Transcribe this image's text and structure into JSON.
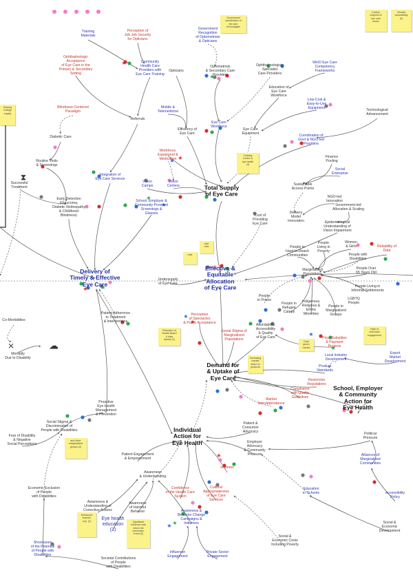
{
  "colors": {
    "link": "#555555",
    "red_marker": "#d3302a",
    "green_marker": "#2fa84f",
    "blue_marker": "#2f6fd0",
    "grey_marker": "#777777",
    "pink_marker": "#f27ec3",
    "sticky": "#fbf28a"
  },
  "nodes": {
    "training_materials": "Training\nMaterials",
    "perception_job_security": "Perception of\nJob Job Security\nfor Opticians",
    "gov_recognition": "Government\nRecognition\nof Optometrists\n& Opticians",
    "ophthalmologic_acceptance": "Ophthalmologic\nAcceptance\nof Eye Care in the\nPrimary & Secondary\nSetting",
    "community_health": "Community\nHealth Care\nProviders with\nEye Care Training",
    "opticians": "Opticians",
    "optometrists": "Optometrists\n& Secondary Care\nProviders",
    "ophthalmologists": "Ophthalmologists\nSpecialist\nCare Providers",
    "who_competency": "WHO Eye Care\nCompetency\nFrameworks",
    "education_workforce": "Education of\nEye Care\nWorkforce",
    "low_cost_equipment": "Low-Cost &\nEasy-to-Use\nEquipment",
    "technological_advancement": "Technological\nAdvancement",
    "blindness_paradigm": "Blindness-Centered\nParadigm",
    "referrals": "Referrals",
    "mobile_telemedicine": "Mobile &\nTelemedicine",
    "eye_care_workforce": "Eye Care\nWorkforce",
    "efficiency_eye_care": "Efficiency of\nEye Care",
    "eye_care_equipment": "Eye Care\nEquipment",
    "coordination_gov": "Coordination of\nGovt & NGO-led\nProviders",
    "diabetic_care": "Diabetic Care",
    "routine_visits": "Routine Visits\n& Screenings",
    "integration_eye_care": "Integration of\nEye Care Services",
    "workforce_equipment": "Workforce,\nEquipment &\nMedication",
    "finance_pooling": "Finance\nPooling",
    "social_enterprise": "Social\nEnterprise",
    "successful_treatment": "Successful\nTreatment",
    "vision_camps": "Vision\nCamps",
    "vision_centers": "Vision\nCenters",
    "total_supply": "Total Supply\nof Eye Care",
    "sustainable_access": "Sustainable\nAccess Points",
    "ngo_innovation": "NGO-led\nInnovation",
    "gov_led_allocation": "Government-led\nAllocation & Scaling",
    "early_detection": "Early Detection\n(Glaucoma,\nDiabetic Retinopathy\n& Childhood\nBlindness)",
    "school_employer_screenings": "School, Employer &\nCommunity Provided\nScreenings &\nGlasses",
    "cost_eye_care": "Cost of\nProviding\nEye Care",
    "delivery_model": "Delivery\nModel\nInnovation",
    "epidemiological": "Epidemiological\nUnderstanding of\nVision Impairment",
    "hard_to_reach": "People in\nHard-to-Reach\nCommunities",
    "living_poverty": "People\nLiving in\nPoverty",
    "women_girls": "Women\n& Girls",
    "people_disabilities": "People with\nDisabilities",
    "reliability_data": "Reliability of\nData",
    "delivery_timely": "Delivery of\nTimely & Effective\nEye Care",
    "effective_allocation": "Effective &\nEquitable\nAllocation\nof Eye Care",
    "undersupply": "Undersupply\nof Eye Care",
    "marginalized_populations": "Marginalized\nPopulations",
    "over_65": "People Over\n65 Years Old",
    "informal_settlements": "People Living in\nInformal Settlements",
    "lgbtq": "LGBTQ\nPeople",
    "refugee_camps": "People in\nRefugee\nCamps",
    "prison": "People\nin Prison",
    "indigenous": "Indigenous,\nReligious &\nEthnic\nMinorities",
    "marginalized_groups": "People in\nMarginalized\nGroups",
    "comorbidities": "Co-Morbidities",
    "mortality": "Mortality\nDue to Disability",
    "patient_adherence": "Patient Adherence\nto Treatment\n& Interventions",
    "perception_spectacles": "Perception\nof Spectacles\n& Public Acceptance",
    "social_stigma_marginalized": "Social Stigma of\nMarginalized\nPopulations",
    "affordability": "Affordability,\nAccessibility\n& Quality\nof Eye Care",
    "price_subsidies": "Price Subsidies\n& Payment\nProjects",
    "local_industry": "Local Industry\nDevelopment",
    "export_market": "Export Market\nDevelopment",
    "demand_uptake": "Demand for\n& Uptake of\nEye Care",
    "product_standards": "Product\nStandards",
    "restrictive_regulations": "Restrictive\nRegulations",
    "compliance_guidelines": "Compliance\nwith Quality\nGuidelines",
    "market_interdependence": "Market\nInterdependence",
    "school_employer_action": "School, Employer\n& Community\nAction for\nEye Health",
    "proactive_management": "Proactive\nEye Health\nManagement\n& Prevention",
    "social_stigma_disabilities": "Social Stigma &\nDiscrimination of\nPeople with Disabilities",
    "fear_disability": "Fear of Disability\n& Negative\nSocial Perceptions",
    "individual_action": "Individual\nAction for\nEye Health",
    "patient_consumer_advocacy": "Patient &\nConsumer\nAdvocacy",
    "employer_advocacy": "Employer\nAdvocacy\n& Community\nPressure",
    "political_pressure": "Political\nPressure",
    "patient_engagement": "Patient Engagement\n& Empowerment",
    "awareness_understanding": "Awareness\n& Understanding",
    "confidence_system": "Confidence\nin the Health Care\nSystem",
    "cultural_appropriateness": "Cultural\nAppropriateness\nof Eye Care\nServices",
    "incomes": "Incomes",
    "alliances": "Alliances of\nMarginalized\nCommunities",
    "economic_exclusion": "Economic Exclusion\nof People\nwith Disabilities",
    "awareness_corrective": "Awareness &\nUnderstanding of\nCorrective Actions",
    "awareness_harmful": "Awareness\nof Harmful\nBehavior",
    "eye_health_education": "Eye health\neducation\n(2)",
    "awareness_campaigns": "Awareness &\nBehavior Change\nCampaigns &\nInitiatives",
    "education_schools": "Education\nin Schools",
    "accessibility_policy": "Accessibility\nPolicy",
    "showcases": "Showcases\nof the Potential\nof People with\nDisabilities",
    "influencer": "Influencer\nEngagement",
    "private_sector": "Private Sector\nEngagement",
    "social_economic_costs": "Social &\nEconomic Costs\nIncluding Poverty",
    "social_economic_dev": "Social & Economic\nDevelopment",
    "societal_contributions": "Societal Contributions\nof People\nwith Disabilities"
  },
  "stickies": {
    "gov_coordination": "Government\ncoordination of\nthe care\ntechnologies",
    "carbon_footprint": "Carbon\nfootprint of\neye care\nsector",
    "climate_vulnerability": "Climate\nvulnerability\n(2)",
    "left_college": "Sharing\nCollege\nsupply",
    "training_center": "Training\nCentre &\neye health\n(3)",
    "sticky_center_a": "add\nnote",
    "sticky_center_b": "note",
    "retention": "Retention of\nHealth Board\n& data\ndistrict (2)",
    "market_sticky": "Increasing\nmarket\nshare of\nproducts",
    "rate_individual": "Rate of\nindividual\nengagement",
    "other_marginalized": "and other\nmarginalized\ngroups (2)",
    "dark_green": "Dark\ngreen\nmarket",
    "eye_education_note": "Enhanced\nteacher\nexp. (2)",
    "significant_influence": "Significant\ninfluence with\nwhom the\nprevention\nevent (2)"
  }
}
